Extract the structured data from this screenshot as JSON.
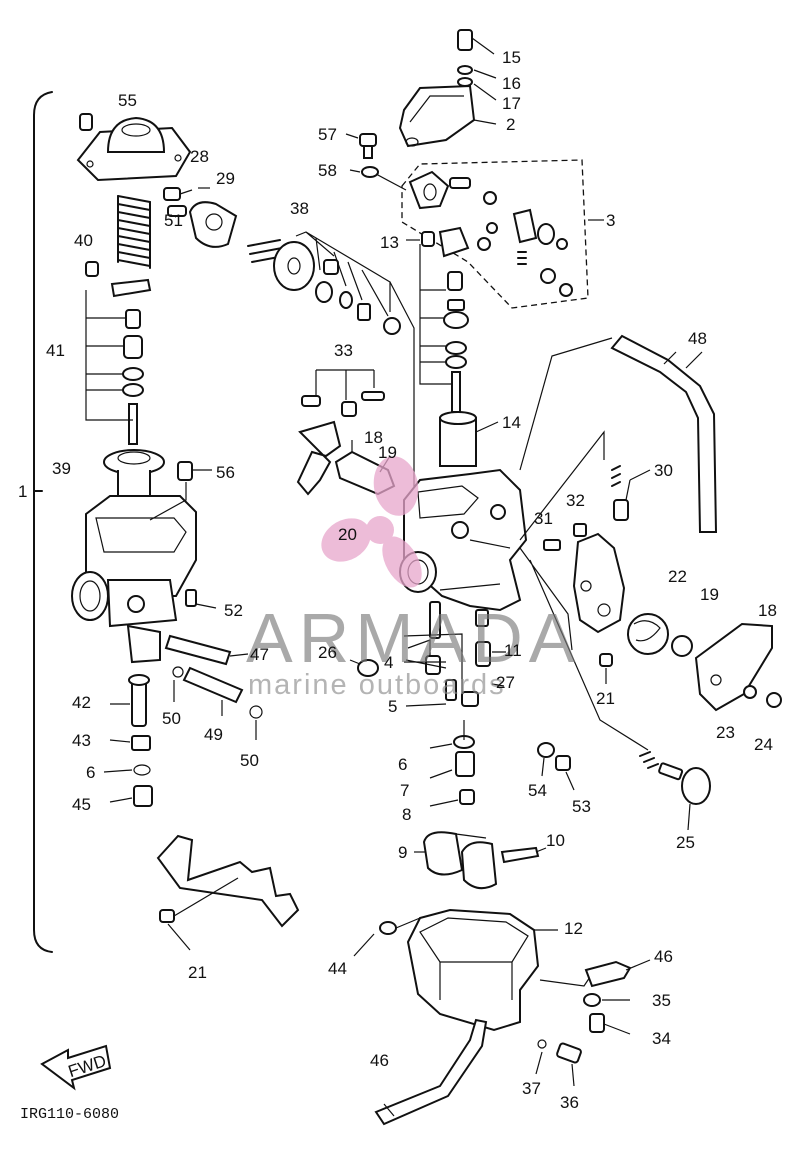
{
  "diagram": {
    "part_numbers": [
      "1",
      "2",
      "3",
      "4",
      "5",
      "6",
      "7",
      "8",
      "9",
      "10",
      "11",
      "12",
      "13",
      "14",
      "15",
      "16",
      "17",
      "18",
      "19",
      "20",
      "21",
      "22",
      "23",
      "24",
      "25",
      "26",
      "27",
      "28",
      "29",
      "30",
      "31",
      "32",
      "33",
      "34",
      "35",
      "36",
      "37",
      "38",
      "39",
      "40",
      "41",
      "42",
      "43",
      "44",
      "45",
      "46",
      "47",
      "48",
      "49",
      "50",
      "51",
      "52",
      "53",
      "54",
      "55",
      "56",
      "57",
      "58"
    ],
    "fwd_label": "FWD",
    "figure_code": "IRG110-6080"
  },
  "watermark": {
    "brand": "ARMADA",
    "tagline": "marine outboards",
    "logo_color": "#e8a6cc",
    "text_color": "#7a7a7a"
  }
}
